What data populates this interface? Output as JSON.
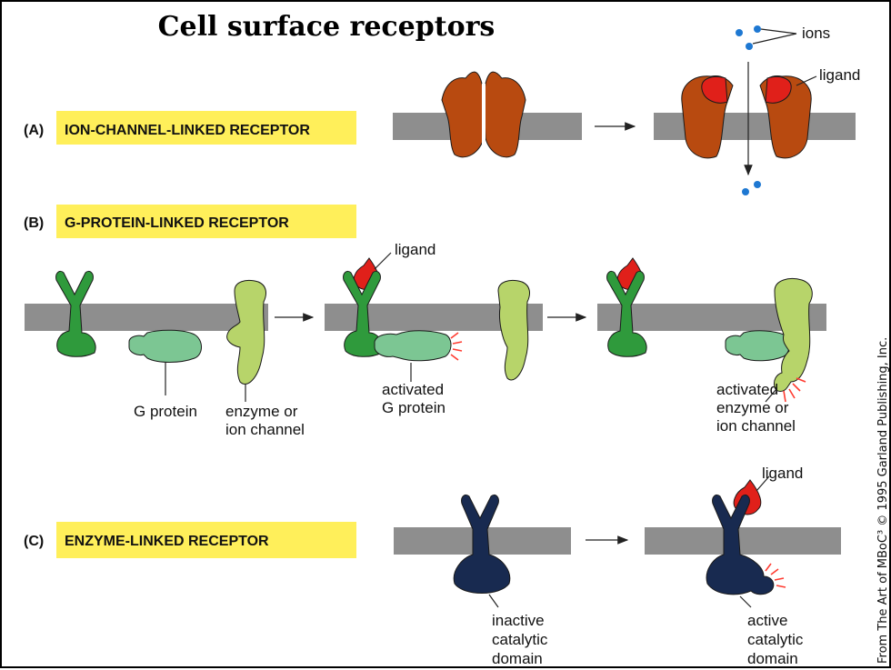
{
  "title": "Cell surface receptors",
  "credit": "From The Art of MBoC³ © 1995 Garland Publishing, Inc.",
  "colors": {
    "membrane": "#8e8e8e",
    "label_highlight": "#ffef5a",
    "ion_channel_receptor": "#b84a10",
    "ligand": "#e0201a",
    "ion": "#1e78d2",
    "g_protein_receptor": "#2f9a3c",
    "g_protein": "#7cc693",
    "enzyme_or_channel": "#b7d46a",
    "enzyme_linked_receptor": "#182a50",
    "activation_mark": "#ff3b30"
  },
  "panels": {
    "a": {
      "letter": "(A)",
      "name": "ION-CHANNEL-LINKED RECEPTOR",
      "labels": {
        "ions": "ions",
        "ligand": "ligand"
      }
    },
    "b": {
      "letter": "(B)",
      "name": "G-PROTEIN-LINKED RECEPTOR",
      "labels": {
        "ligand": "ligand",
        "g_protein": "G protein",
        "enzyme_line1": "enzyme or",
        "enzyme_line2": "ion channel",
        "activated_g_line1": "activated",
        "activated_g_line2": "G protein",
        "activated_enzyme_line1": "activated",
        "activated_enzyme_line2": "enzyme or",
        "activated_enzyme_line3": "ion channel"
      }
    },
    "c": {
      "letter": "(C)",
      "name": "ENZYME-LINKED RECEPTOR",
      "labels": {
        "ligand": "ligand",
        "inactive_line1": "inactive",
        "inactive_line2": "catalytic",
        "inactive_line3": "domain",
        "active_line1": "active",
        "active_line2": "catalytic",
        "active_line3": "domain"
      }
    }
  }
}
